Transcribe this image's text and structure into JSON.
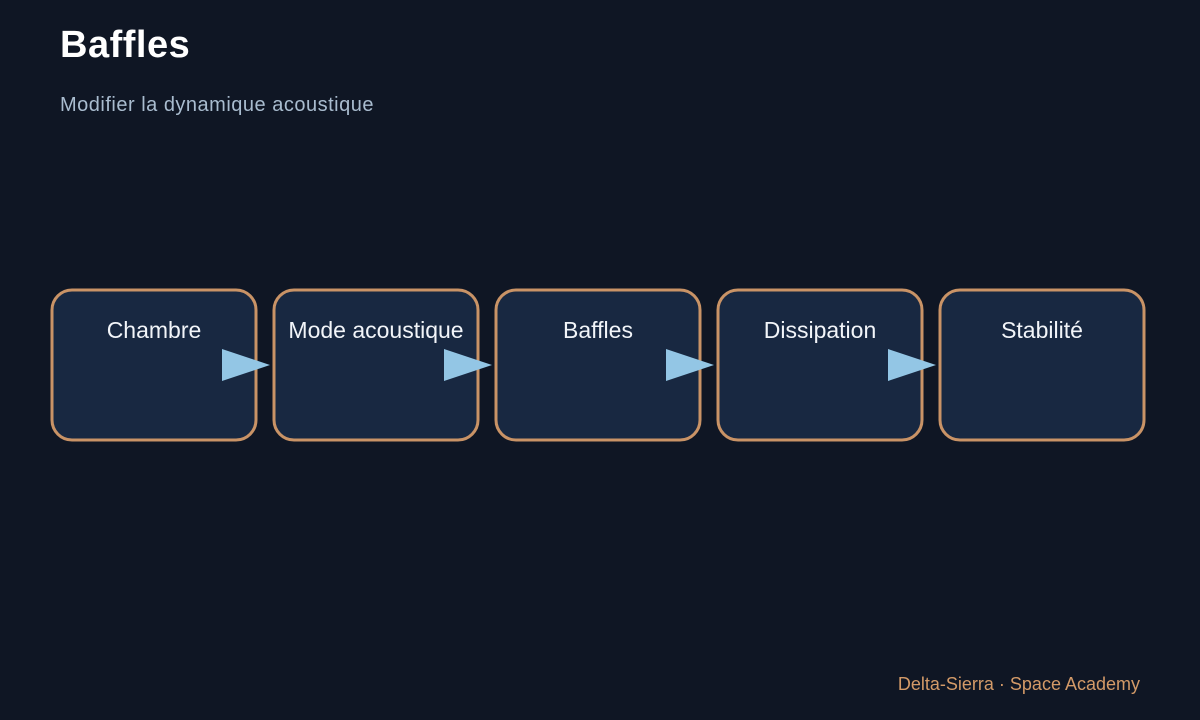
{
  "title": "Baffles",
  "subtitle": "Modifier la dynamique acoustique",
  "flow": {
    "steps": [
      {
        "label": "Chambre"
      },
      {
        "label": "Mode acoustique"
      },
      {
        "label": "Baffles"
      },
      {
        "label": "Dissipation"
      },
      {
        "label": "Stabilité"
      }
    ]
  },
  "footer": "Delta-Sierra · Space Academy",
  "colors": {
    "background": "#0f1624",
    "box_fill": "#182841",
    "box_border": "#c99366",
    "arrow": "#93c6e5",
    "footer": "#d39a68"
  }
}
